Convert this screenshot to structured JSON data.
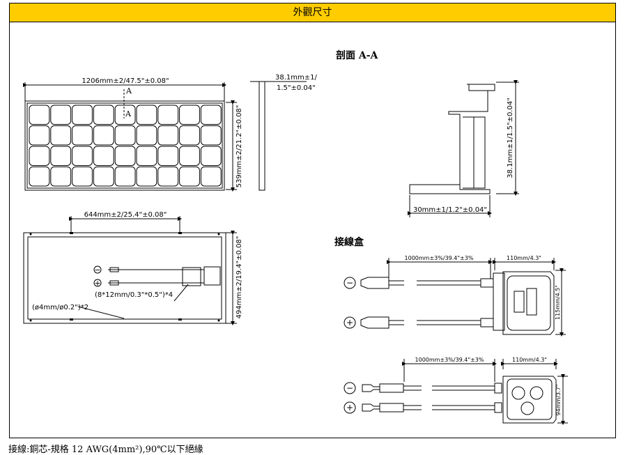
{
  "header": {
    "title": "外觀尺寸"
  },
  "front": {
    "width_label": "1206mm±2/47.5\"±0.08\"",
    "height_label": "539mm±2/21.2\"±0.08\"",
    "section_mark": "A",
    "thickness_line1": "38.1mm±1/",
    "thickness_line2": "1.5\"±0.04\""
  },
  "back": {
    "mount_label": "644mm±2/25.4\"±0.08\"",
    "height_label": "494mm±2/19.4\"±0.08\"",
    "slot_label": "(8*12mm/0.3\"*0.5\")*4",
    "hole_label": "(ø4mm/ø0.2\")*2"
  },
  "section": {
    "title": "剖面 A-A",
    "height_label": "38.1mm±1/1.5\"±0.04\"",
    "width_label": "30mm±1/1.2\"±0.04\""
  },
  "jbox": {
    "title": "接線盒",
    "top": {
      "cable_label": "1000mm±3%/39.4\"±3%",
      "box_w_label": "110mm/4.3\"",
      "box_h_label": "115mm/4.5\""
    },
    "bottom": {
      "cable_label": "1000mm±3%/39.4\"±3%",
      "box_w_label": "110mm/4.3\"",
      "box_h_label": "94mm/3.7\""
    }
  },
  "footer": {
    "note": "接線:銅芯-規格 12 AWG(4mm²),90℃以下絕緣"
  }
}
